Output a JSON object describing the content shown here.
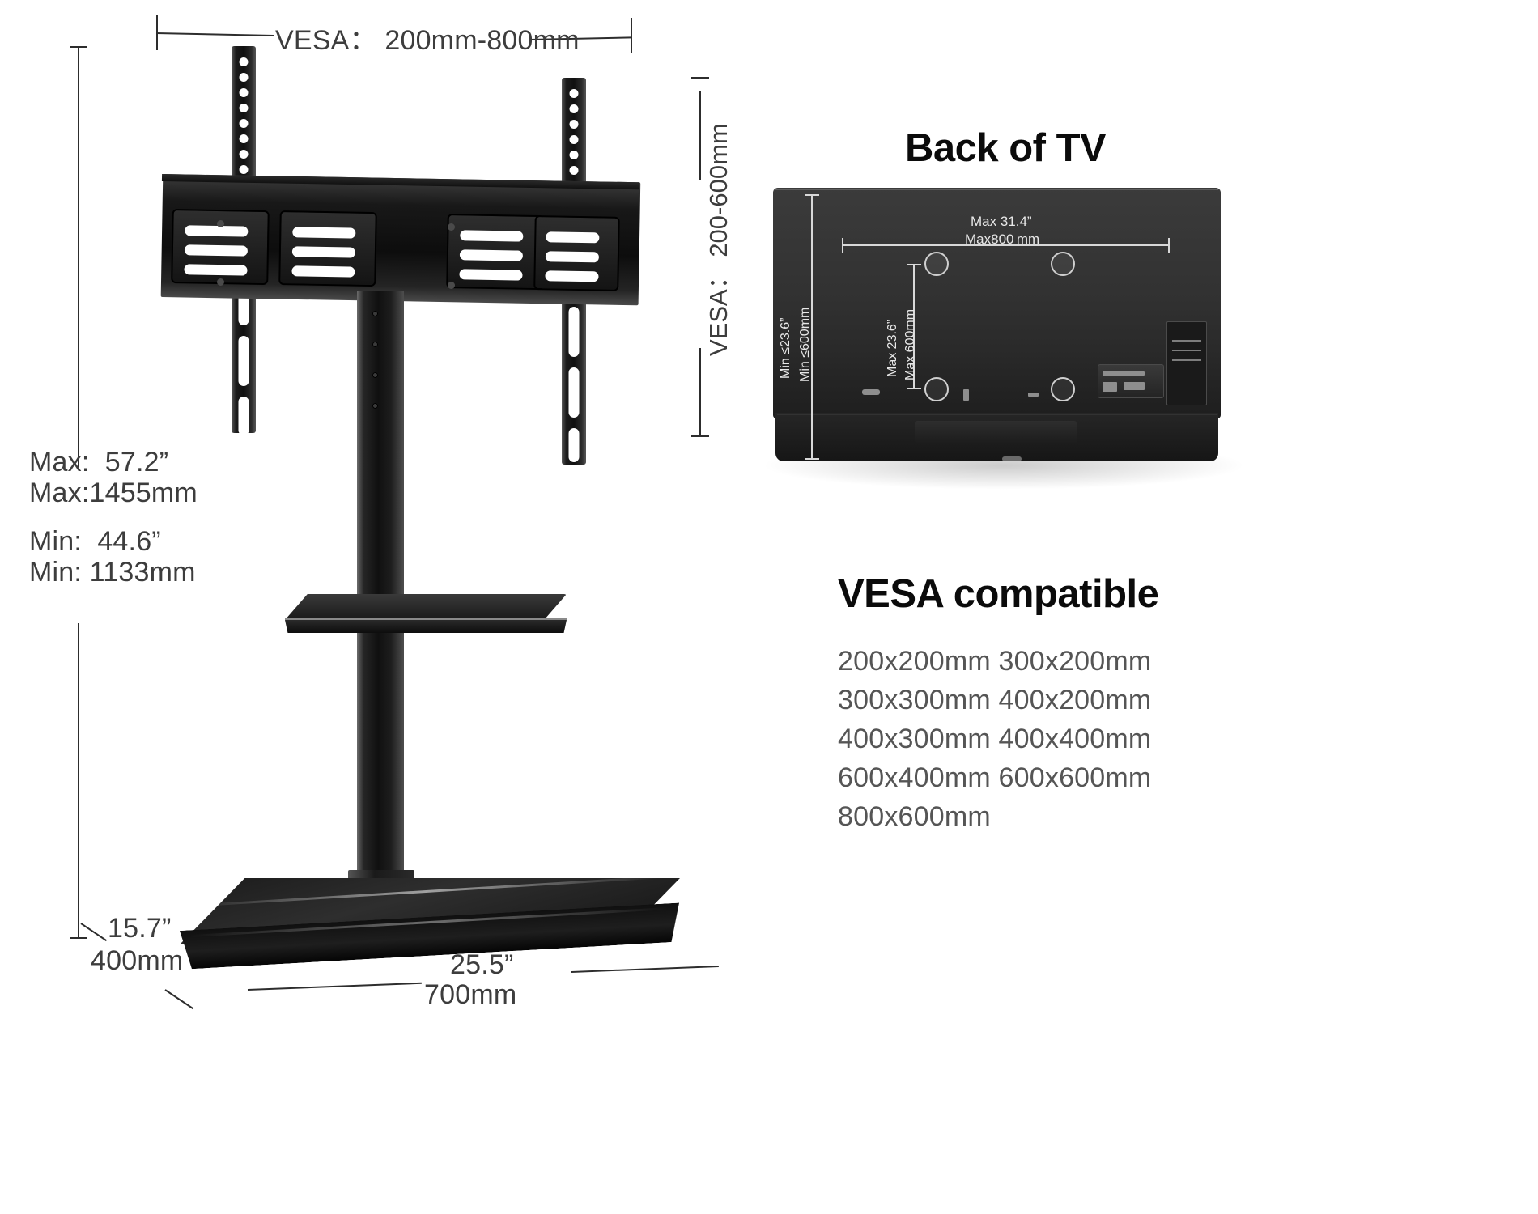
{
  "document": {
    "type": "product-dimension-diagram",
    "title": "TV Floor Stand Dimensions"
  },
  "stand_diagram": {
    "vesa_width_label": "VESA： 200mm-800mm",
    "vesa_height_label": "VESA： 200-600mm",
    "height_max_inch": "Max:  57.2”",
    "height_max_mm": "Max:1455mm",
    "height_min_inch": "Min:  44.6”",
    "height_min_mm": "Min: 1133mm",
    "base_depth_inch": "15.7”",
    "base_depth_mm": "400mm",
    "base_width_inch": "25.5”",
    "base_width_mm": "700mm"
  },
  "tv_panel": {
    "heading": "Back of TV",
    "width_max_inch": "Max 31.4”",
    "width_max_mm": "Max800 mm",
    "height_max_inch": "Max 23.6”",
    "height_max_mm": "Max 600mm",
    "panel_min_inch": "Min ≤23.6”",
    "panel_min_mm": "Min ≤600mm"
  },
  "vesa_compatible": {
    "heading": "VESA compatible",
    "rows": [
      "200x200mm 300x200mm",
      "300x300mm 400x200mm",
      "400x300mm 400x400mm",
      "600x400mm 600x600mm",
      "800x600mm"
    ]
  },
  "colors": {
    "text": "#3d3d3d",
    "heading": "#0b0b0b",
    "line": "#2d2d2d",
    "product": "#1a1a1a"
  }
}
